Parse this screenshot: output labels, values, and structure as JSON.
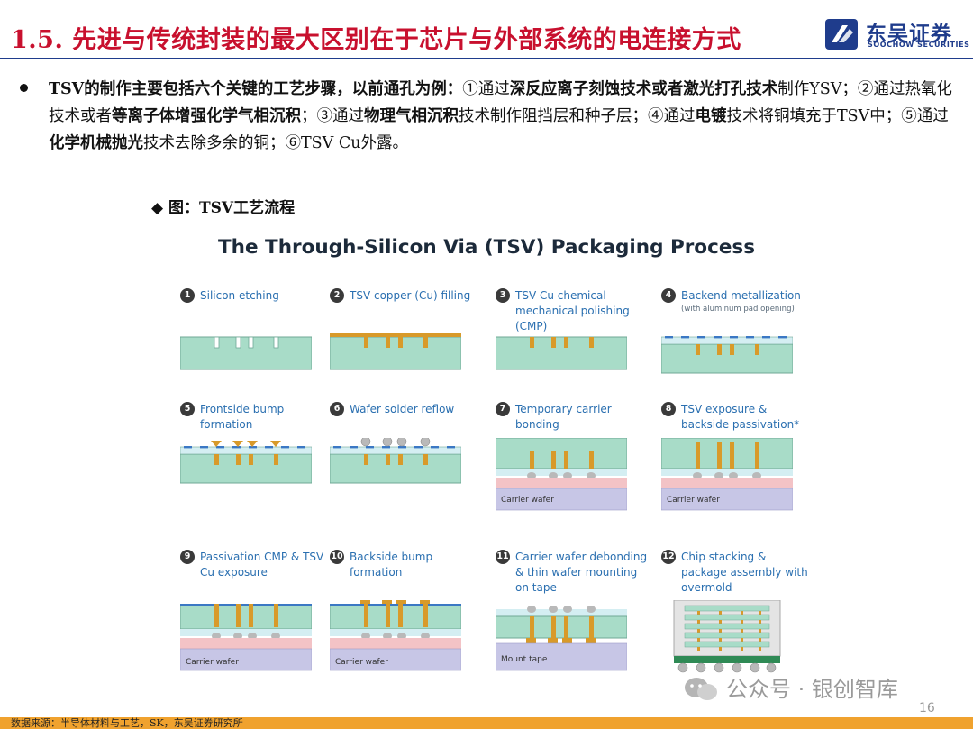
{
  "header": {
    "title": "1.5. 先进与传统封装的最大区别在于芯片与外部系统的电连接方式",
    "logo_cn": "东吴证券",
    "logo_en": "SOOCHOW SECURITIES"
  },
  "colors": {
    "title_red": "#c8102e",
    "brand_blue": "#1f3c8c",
    "footer_orange": "#f0a22e",
    "step_label_blue": "#2a6fb0"
  },
  "paragraph": {
    "segments": [
      {
        "text": "TSV的制作主要包括六个关键的工艺步骤，以前通孔为例：",
        "bold": true
      },
      {
        "text": "①通过",
        "bold": false
      },
      {
        "text": "深反应离子刻蚀技术或者激光打孔技术",
        "bold": true
      },
      {
        "text": "制作YSV；②通过热氧化技术或者",
        "bold": false
      },
      {
        "text": "等离子体增强化学气相沉积",
        "bold": true
      },
      {
        "text": "；③通过",
        "bold": false
      },
      {
        "text": "物理气相沉积",
        "bold": true
      },
      {
        "text": "技术制作阻挡层和种子层；④通过",
        "bold": false
      },
      {
        "text": "电镀",
        "bold": true
      },
      {
        "text": "技术将铜填充于TSV中；⑤通过",
        "bold": false
      },
      {
        "text": "化学机械抛光",
        "bold": true
      },
      {
        "text": "技术去除多余的铜；⑥TSV Cu外露。",
        "bold": false
      }
    ]
  },
  "figure": {
    "caption": "◆ 图：TSV工艺流程",
    "title": "The Through-Silicon Via (TSV) Packaging Process",
    "steps": [
      {
        "num": "1",
        "label": "Silicon etching",
        "note": "",
        "carrier": ""
      },
      {
        "num": "2",
        "label": "TSV copper (Cu) filling",
        "note": "",
        "carrier": ""
      },
      {
        "num": "3",
        "label": "TSV Cu chemical mechanical polishing (CMP)",
        "note": "",
        "carrier": ""
      },
      {
        "num": "4",
        "label": "Backend metallization",
        "note": "(with aluminum pad opening)",
        "carrier": ""
      },
      {
        "num": "5",
        "label": "Frontside bump formation",
        "note": "",
        "carrier": ""
      },
      {
        "num": "6",
        "label": "Wafer solder reflow",
        "note": "",
        "carrier": ""
      },
      {
        "num": "7",
        "label": "Temporary carrier bonding",
        "note": "",
        "carrier": "Carrier wafer"
      },
      {
        "num": "8",
        "label": "TSV exposure & backside passivation*",
        "note": "",
        "carrier": "Carrier wafer"
      },
      {
        "num": "9",
        "label": "Passivation CMP & TSV Cu exposure",
        "note": "",
        "carrier": "Carrier wafer"
      },
      {
        "num": "10",
        "label": "Backside bump formation",
        "note": "",
        "carrier": "Carrier wafer"
      },
      {
        "num": "11",
        "label": "Carrier wafer debonding & thin wafer mounting on tape",
        "note": "",
        "carrier": "Mount tape"
      },
      {
        "num": "12",
        "label": "Chip stacking & package assembly with overmold",
        "note": "",
        "carrier": ""
      }
    ]
  },
  "footer": {
    "source": "数据来源：半导体材料与工艺，SK，东吴证券研究所",
    "page_number": "16",
    "watermark": "公众号 · 银创智库",
    "watermark_icon": "wechat-icon"
  }
}
